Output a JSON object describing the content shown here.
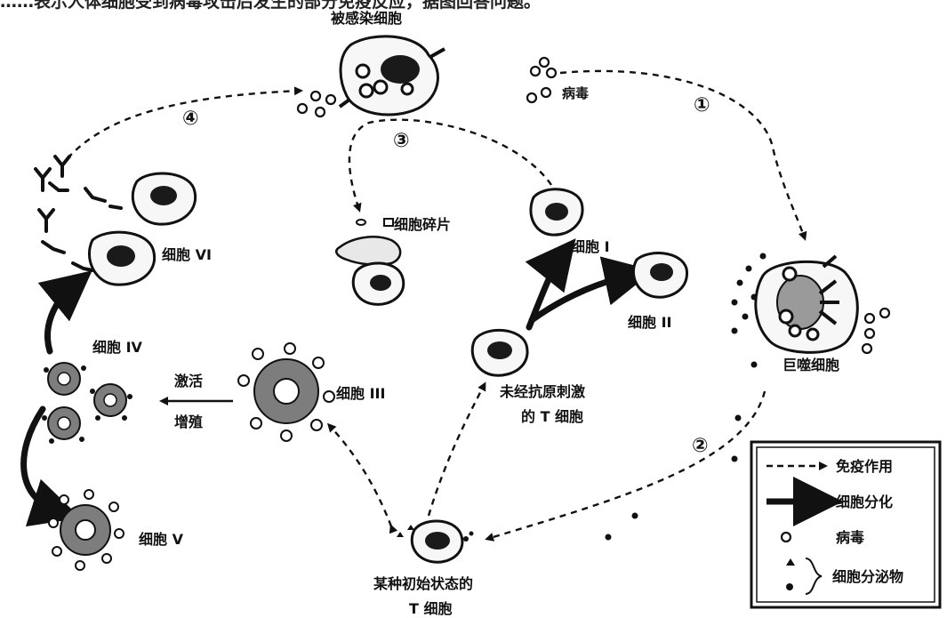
{
  "header_text": "……表示人体细胞受到病毒攻击后发生的部分免疫反应，据图回答问题。",
  "labels": {
    "infected_cell": "被感染细胞",
    "virus": "病毒",
    "cell_debris": "细胞碎片",
    "cell_I": "细胞 I",
    "cell_II": "细胞 II",
    "cell_III": "细胞 III",
    "cell_IV": "细胞 IV",
    "cell_V": "细胞 V",
    "cell_VI": "细胞 VI",
    "macrophage": "巨噬细胞",
    "naive_t_line1": "未经抗原刺激",
    "naive_t_line2": "的 T 细胞",
    "initial_t_line1": "某种初始状态的",
    "initial_t_line2": "T 细胞",
    "activate": "激活",
    "proliferate": "增殖"
  },
  "step_numbers": [
    "①",
    "②",
    "③",
    "④"
  ],
  "legend": {
    "immune_action": "免疫作用",
    "differentiation": "细胞分化",
    "virus": "病毒",
    "secretion": "细胞分泌物"
  }
}
